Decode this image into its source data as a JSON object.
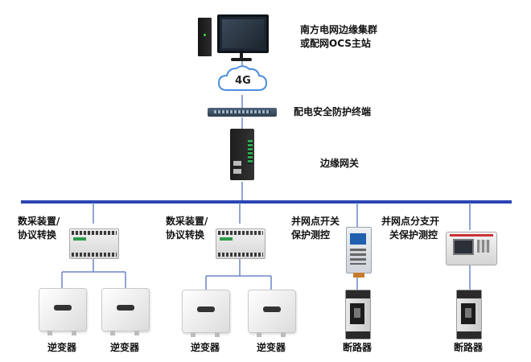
{
  "master_station": "南方电网边缘集群\n或配网OCS主站",
  "master_station_lines": [
    "南方电网边缘集群",
    "或配网OCS主站"
  ],
  "cloud_label": "4G",
  "security_terminal": "配电安全防护终端",
  "edge_gateway": "边缘网关",
  "daq_left_lines": [
    "数采装置/",
    "协议转换"
  ],
  "daq_mid_lines": [
    "数采装置/",
    "协议转换"
  ],
  "grid_point_lines": [
    "并网点开关",
    "保护测控"
  ],
  "branch_point_lines": [
    "并网点分支开",
    "关保护测控"
  ],
  "inverter_label": "逆变器",
  "breaker_label": "断路器",
  "colors": {
    "bus": "#2b45b4",
    "line": "#6d86c7",
    "cloud": "#4a8ee0"
  }
}
